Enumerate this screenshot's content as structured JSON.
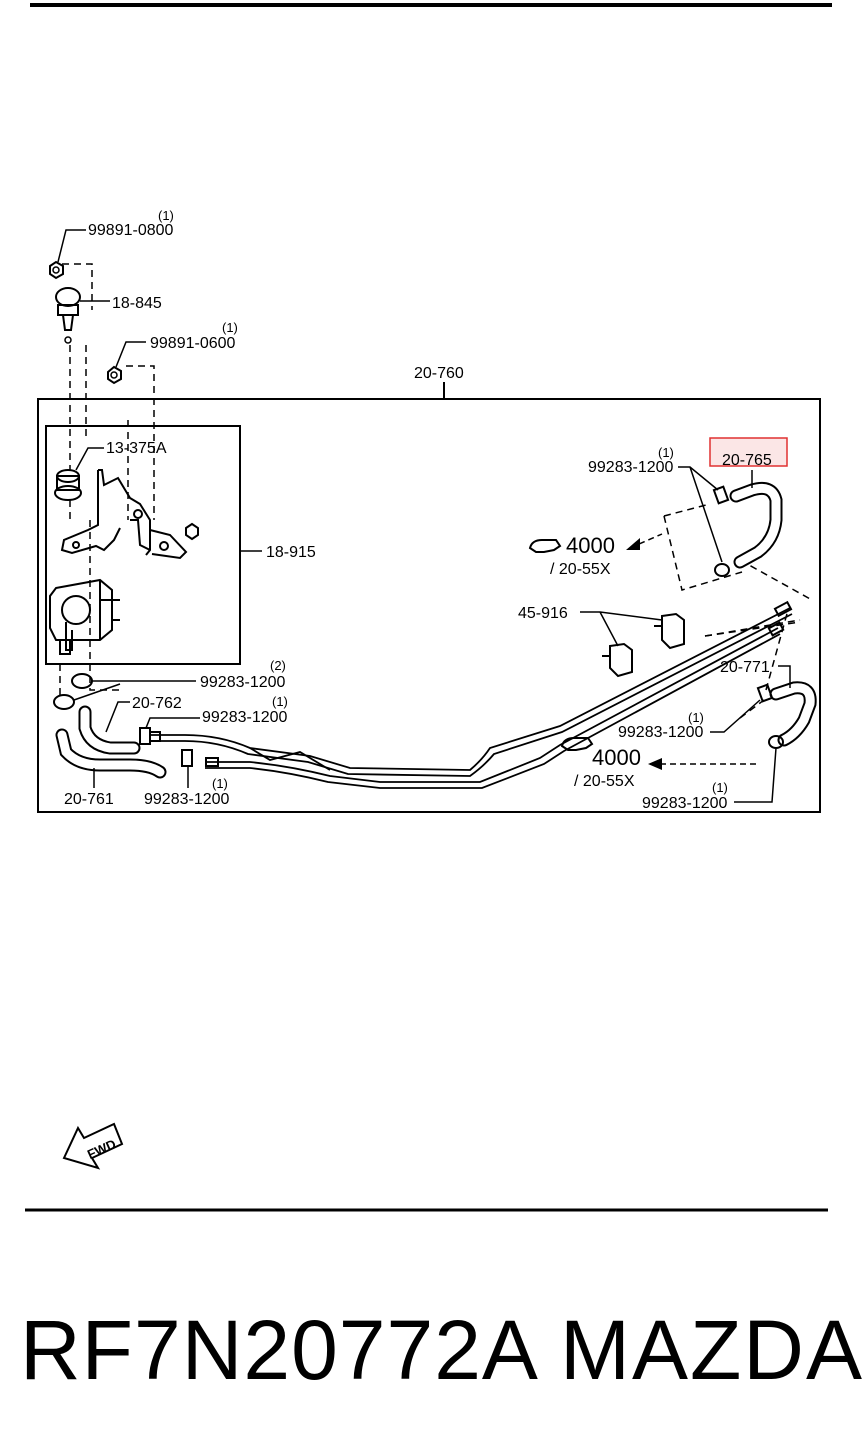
{
  "diagram": {
    "callouts": {
      "c99891_0800": "99891-0800",
      "c18_845": "18-845",
      "c99891_0600": "99891-0600",
      "c20_760": "20-760",
      "c13_375a": "13-375A",
      "c18_915": "18-915",
      "c99283_a": "99283-1200",
      "c20_765": "20-765",
      "c45_916": "45-916",
      "c20_771": "20-771",
      "c99283_b": "99283-1200",
      "c20_762": "20-762",
      "c99283_c": "99283-1200",
      "c99283_d": "99283-1200",
      "c20_761": "20-761",
      "c99283_e": "99283-1200",
      "c99283_f": "99283-1200"
    },
    "quantities": {
      "q1": "(1)",
      "q2": "(1)",
      "q3": "(1)",
      "q4": "(2)",
      "q5": "(1)",
      "q6": "(1)",
      "q7": "(1)",
      "q8": "(1)"
    },
    "references": {
      "ref_top_num": "4000",
      "ref_top_code": "/ 20-55X",
      "ref_bottom_num": "4000",
      "ref_bottom_code": "/ 20-55X"
    },
    "fwd_label": "FWD",
    "highlight_color": "#e03030"
  },
  "footer": {
    "part_number": "RF7N20772A",
    "brand": "MAZDA"
  }
}
